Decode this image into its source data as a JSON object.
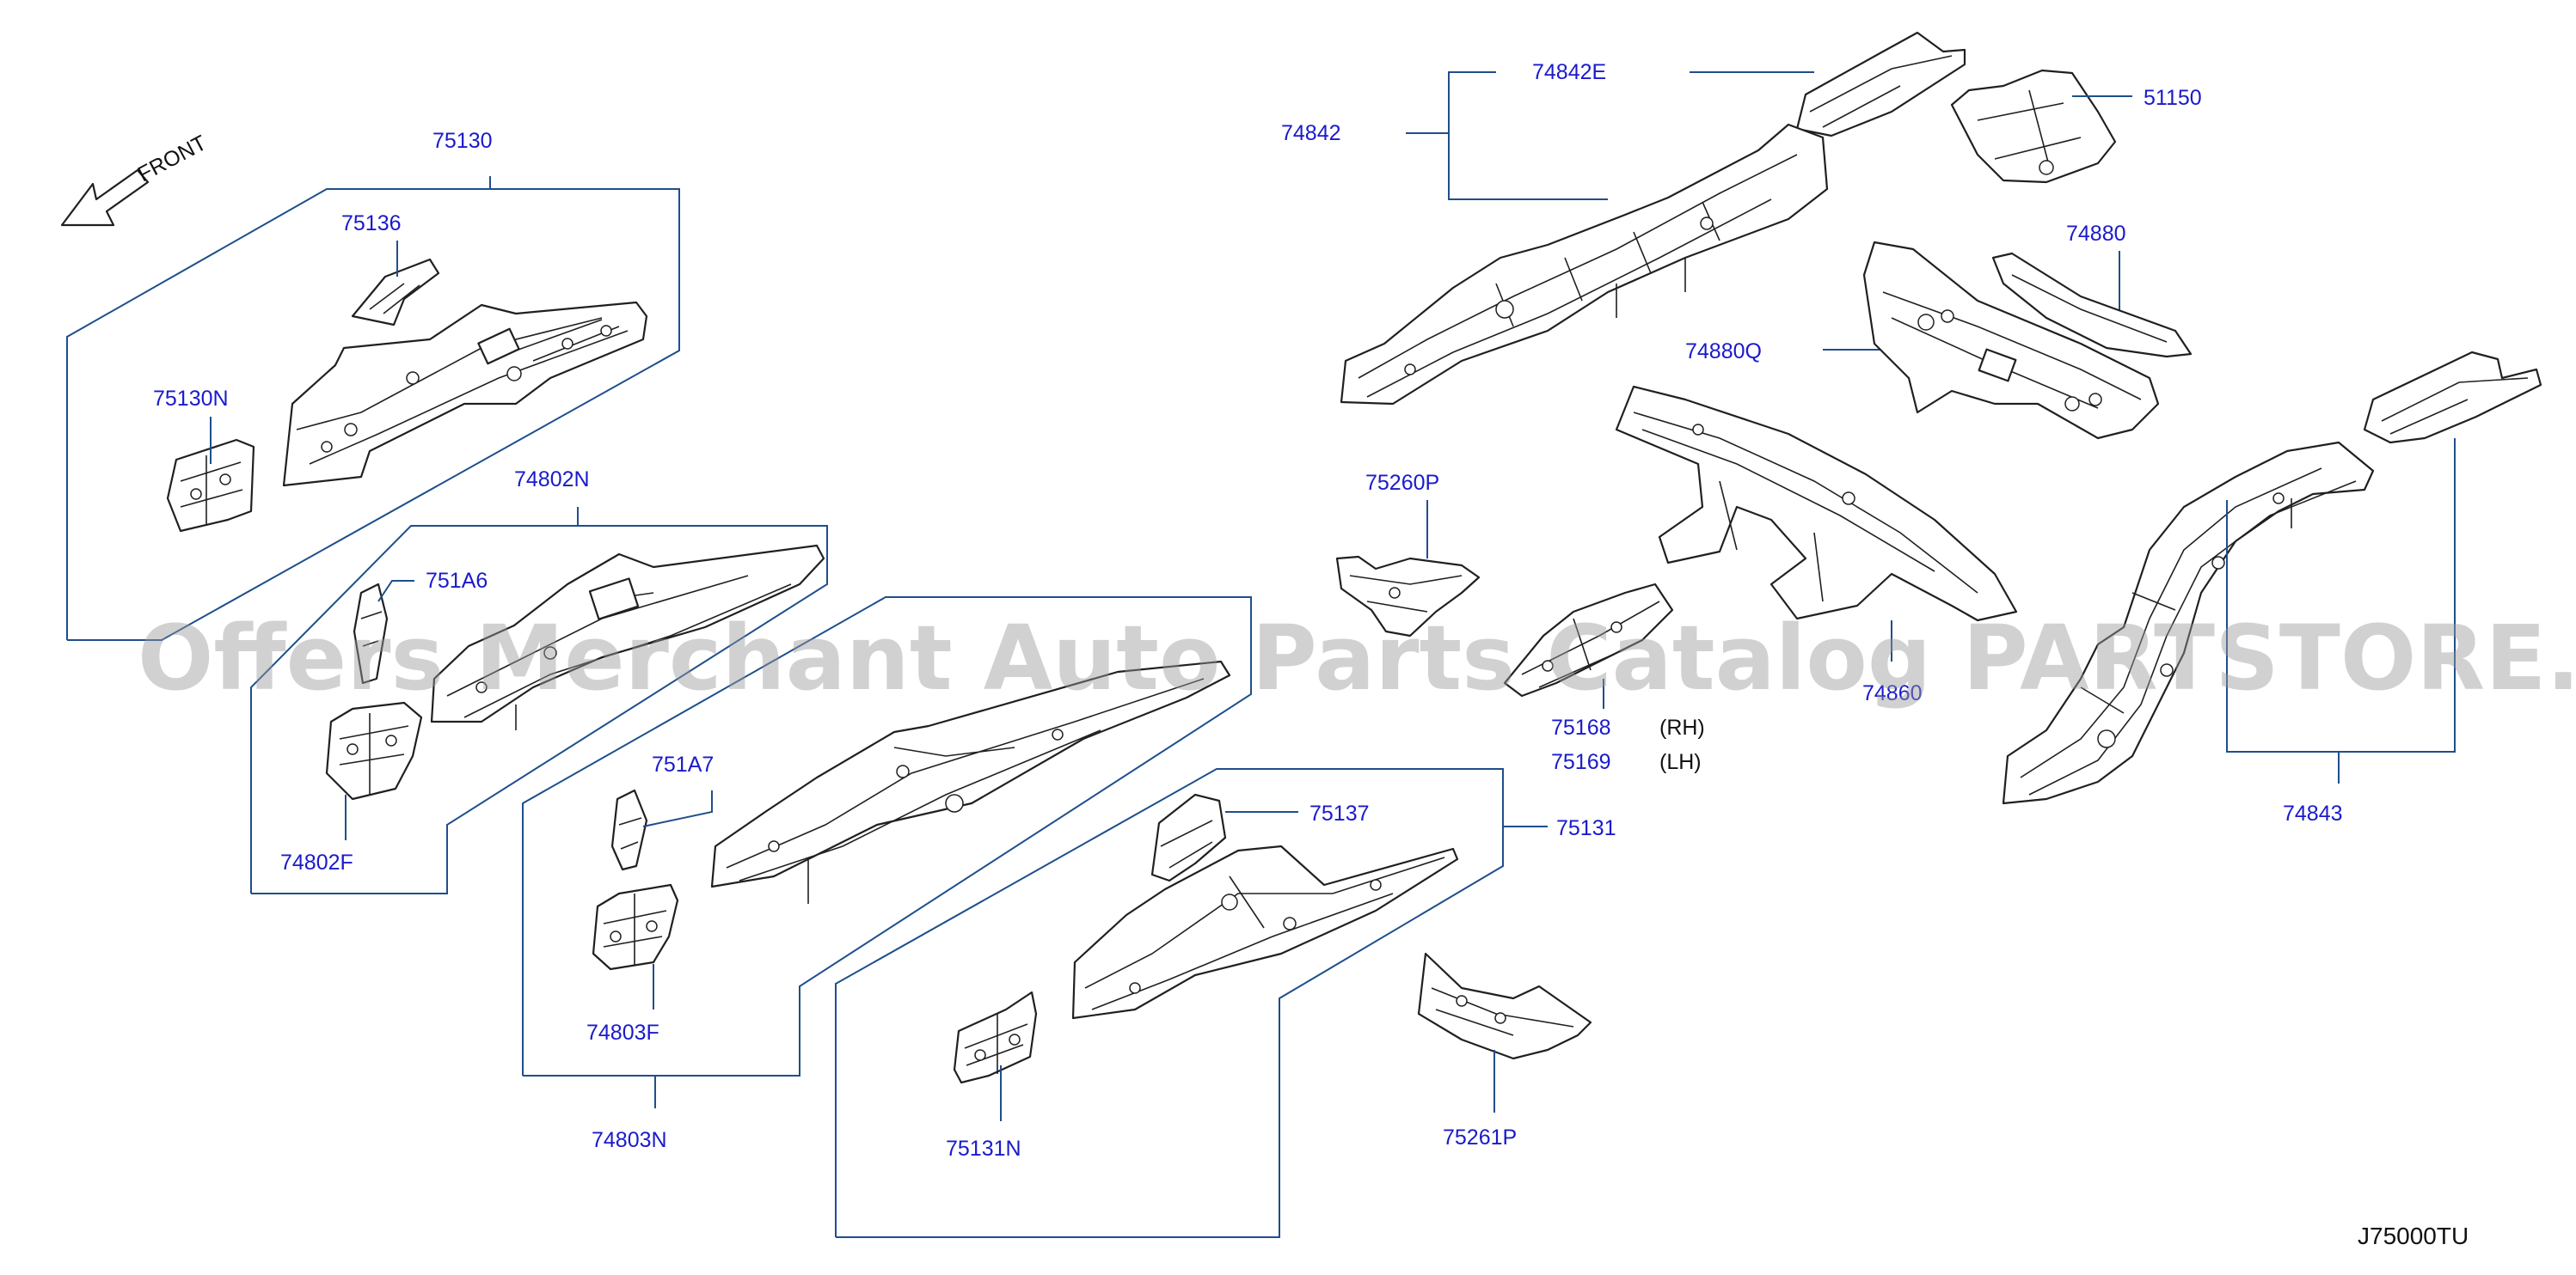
{
  "front_label": "FRONT",
  "watermark": "Offers Merchant Auto Parts Catalog PARTSTORE.SA",
  "diagram_code": "J75000TU",
  "callouts": {
    "c75130": "75130",
    "c75136": "75136",
    "c75130N": "75130N",
    "c74802N": "74802N",
    "c751A6": "751A6",
    "c74802F": "74802F",
    "c751A7": "751A7",
    "c74803F": "74803F",
    "c74803N": "74803N",
    "c75137": "75137",
    "c75131": "75131",
    "c75131N": "75131N",
    "c75261P": "75261P",
    "c74842E": "74842E",
    "c74842": "74842",
    "c51150": "51150",
    "c74880": "74880",
    "c74880Q": "74880Q",
    "c75260P": "75260P",
    "c75168": "75168",
    "c75169": "75169",
    "rh": "(RH)",
    "lh": "(LH)",
    "c74860": "74860",
    "c74843": "74843"
  }
}
